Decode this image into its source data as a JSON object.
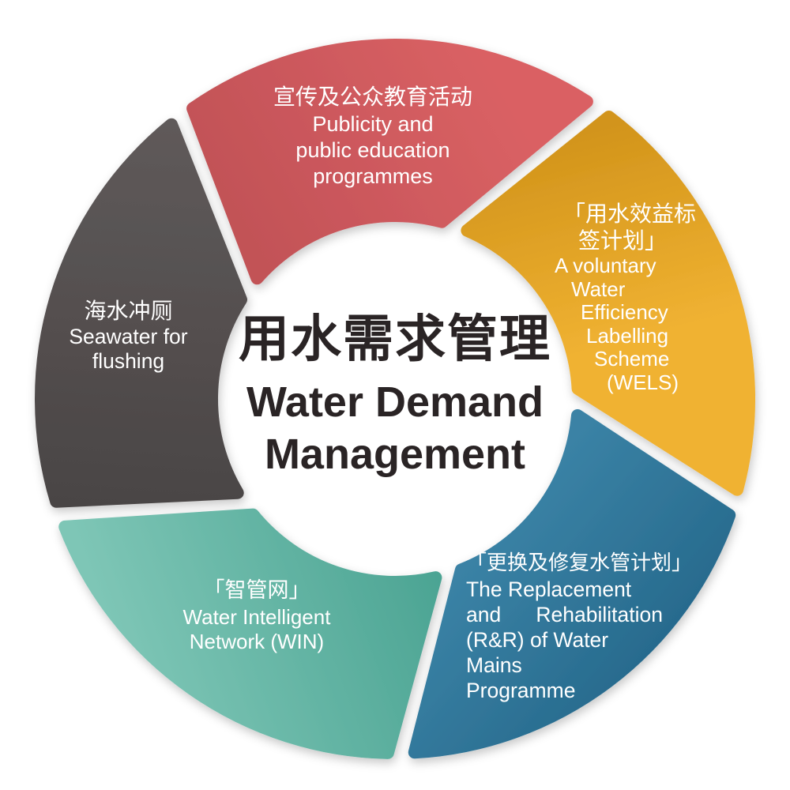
{
  "center": {
    "title_zh": "用水需求管理",
    "title_en_line1": "Water Demand",
    "title_en_line2": "Management",
    "text_color": "#2A2425"
  },
  "label_text_color": "#ffffff",
  "segments": [
    {
      "id": "publicity",
      "zh_count": 1,
      "lines": [
        "宣传及公众教育活动",
        "Publicity and",
        "public education",
        "programmes"
      ],
      "color_start": "#C25257",
      "color_end": "#DA6164"
    },
    {
      "id": "wels",
      "zh_count": 2,
      "lines": [
        "「用水效益标",
        "签计划」",
        "A voluntary",
        "Water",
        "Efficiency",
        "Labelling",
        "Scheme",
        "(WELS)"
      ],
      "color_start": "#D2941B",
      "color_end": "#F0B232"
    },
    {
      "id": "mains-rr",
      "zh_count": 1,
      "lines": [
        "「更换及修复水管计划」",
        "The Replacement",
        "and      Rehabilitation",
        "(R&R) of Water",
        "Mains",
        "Programme"
      ],
      "color_start": "#3A82A5",
      "color_end": "#206184"
    },
    {
      "id": "win",
      "zh_count": 1,
      "lines": [
        "「智管网」",
        "Water Intelligent",
        "Network (WIN)"
      ],
      "color_start": "#4AA392",
      "color_end": "#7EC6B6"
    },
    {
      "id": "seawater",
      "zh_count": 1,
      "lines": [
        "海水冲厕",
        "Seawater for",
        "flushing"
      ],
      "color_start": "#5F5A5A",
      "color_end": "#4A4545"
    }
  ]
}
